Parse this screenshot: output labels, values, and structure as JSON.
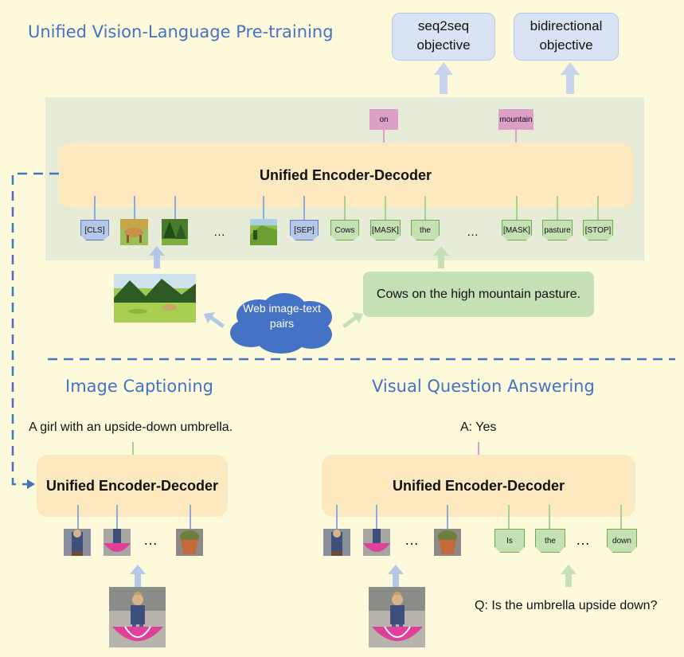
{
  "pretrain": {
    "title": "Unified Vision-Language Pre-training",
    "objectives": {
      "seq2seq": "seq2seq objective",
      "bidirectional": "bidirectional objective"
    },
    "encoder_label": "Unified Encoder-Decoder",
    "predicted_tokens": [
      "on",
      "mountain"
    ],
    "tokens": {
      "cls": "[CLS]",
      "sep": "[SEP]",
      "cows": "Cows",
      "mask1": "[MASK]",
      "the": "the",
      "mask2": "[MASK]",
      "pasture": "pasture",
      "stop": "[STOP]"
    },
    "ellipsis": "…",
    "caption": "Cows on the high mountain pasture.",
    "cloud_text": "Web image-text pairs"
  },
  "captioning": {
    "title": "Image Captioning",
    "output": "A girl with an upside-down umbrella.",
    "encoder_label": "Unified Encoder-Decoder",
    "ellipsis": "…"
  },
  "vqa": {
    "title": "Visual Question Answering",
    "answer": "A: Yes",
    "encoder_label": "Unified Encoder-Decoder",
    "tokens": [
      "Is",
      "the",
      "down"
    ],
    "ellipsis": "…",
    "question": "Q: Is the umbrella upside down?"
  },
  "colors": {
    "accent_blue": "#4472c4",
    "text_green": "#c5e0b4",
    "text_pink": "#dca0c8",
    "encoder_fill": "#fde9c0",
    "background": "#fdf9db"
  }
}
